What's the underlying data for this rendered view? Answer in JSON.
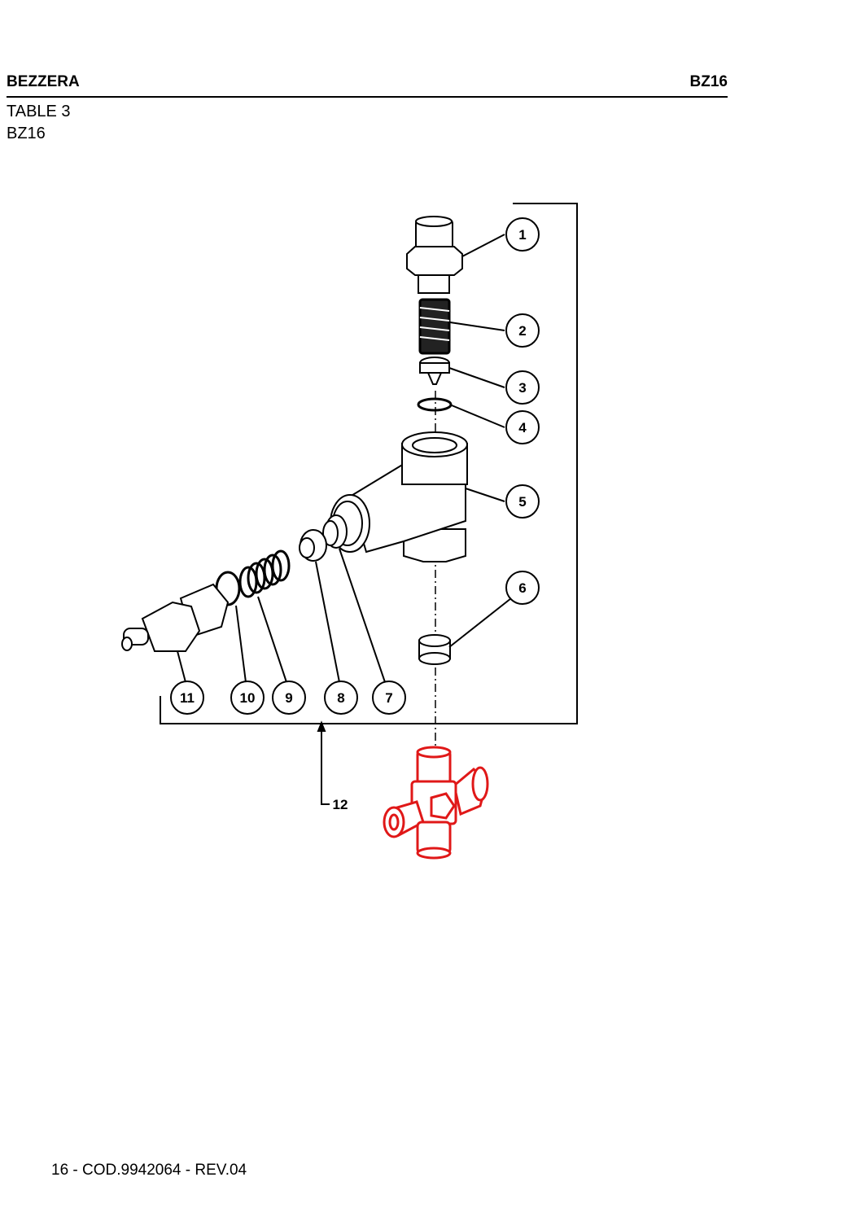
{
  "header": {
    "brand": "BEZZERA",
    "model": "BZ16"
  },
  "title": {
    "table": "TABLE 3",
    "model": "BZ16"
  },
  "diagram": {
    "callouts": [
      "1",
      "2",
      "3",
      "4",
      "5",
      "6",
      "7",
      "8",
      "9",
      "10",
      "11"
    ],
    "assembly_label": "12",
    "highlight_color": "#e01818"
  },
  "footer": {
    "text": "16 - COD.9942064 - REV.04"
  }
}
